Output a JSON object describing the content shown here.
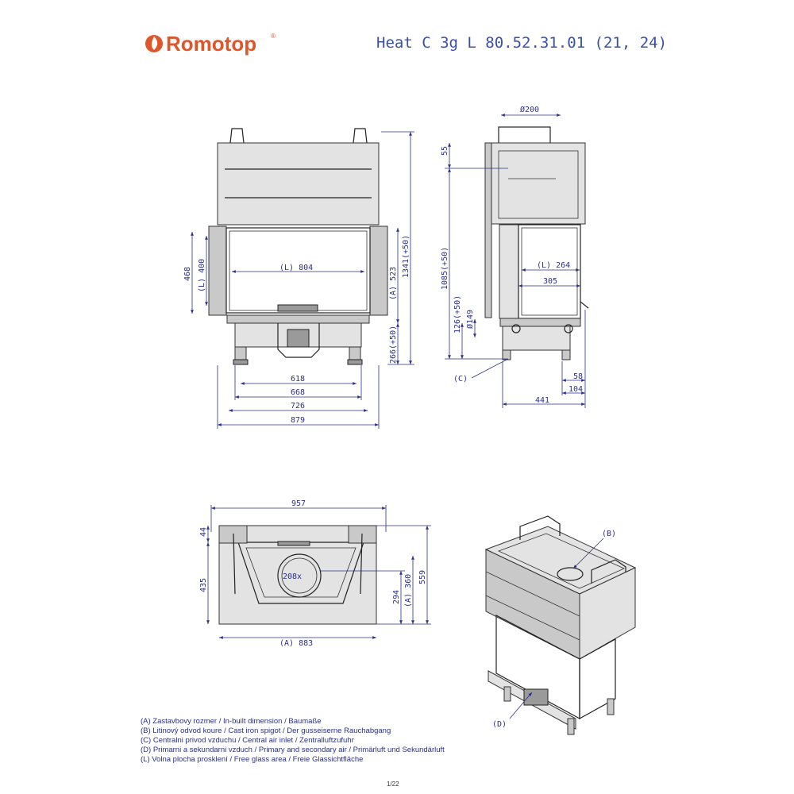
{
  "header": {
    "brand": "Romotop",
    "brand_mark": "®",
    "model": "Heat C 3g L 80.52.31.01 (21, 24)"
  },
  "colors": {
    "brand": "#e0562b",
    "dimension": "#2b2f86"
  },
  "front_view": {
    "width_879": "879",
    "width_726": "726",
    "width_668": "668",
    "width_618": "618",
    "glass_width": "(L) 804",
    "height_468": "468",
    "glass_height": "(L) 400",
    "height_523": "(A) 523",
    "height_1341": "1341(+50)",
    "height_266": "266(+50)"
  },
  "side_view": {
    "flue_diameter": "Ø200",
    "top_55": "55",
    "height_1085": "1085(+50)",
    "height_126": "126(+50)",
    "air_diameter": "Ø149",
    "glass_264": "(L) 264",
    "depth_305": "305",
    "depth_58": "58",
    "depth_104": "104",
    "depth_441": "441",
    "callout_c": "(C)"
  },
  "top_view": {
    "width_957": "957",
    "width_883": "(A) 883",
    "depth_44": "44",
    "depth_435": "435",
    "depth_294": "294",
    "depth_360": "(A) 360",
    "depth_559": "559",
    "flue_label": "208x"
  },
  "iso_view": {
    "callout_b": "(B)",
    "callout_d": "(D)"
  },
  "legend": [
    "(A)  Zastavbovy rozmer / In-built dimension / Baumaße",
    "(B)  Litinový odvod koure / Cast iron spigot / Der gusseiserne Rauchabgang",
    "(C)  Centralni privod vzduchu / Central air inlet / Zentralluftzufuhr",
    "(D)  Primarni a sekundarni vzduch / Primary and secondary air / Primärluft und Sekundärluft",
    "(L)  Volna plocha prosklení / Free glass area / Freie Glassichtfläche"
  ],
  "page_number": "1/22"
}
